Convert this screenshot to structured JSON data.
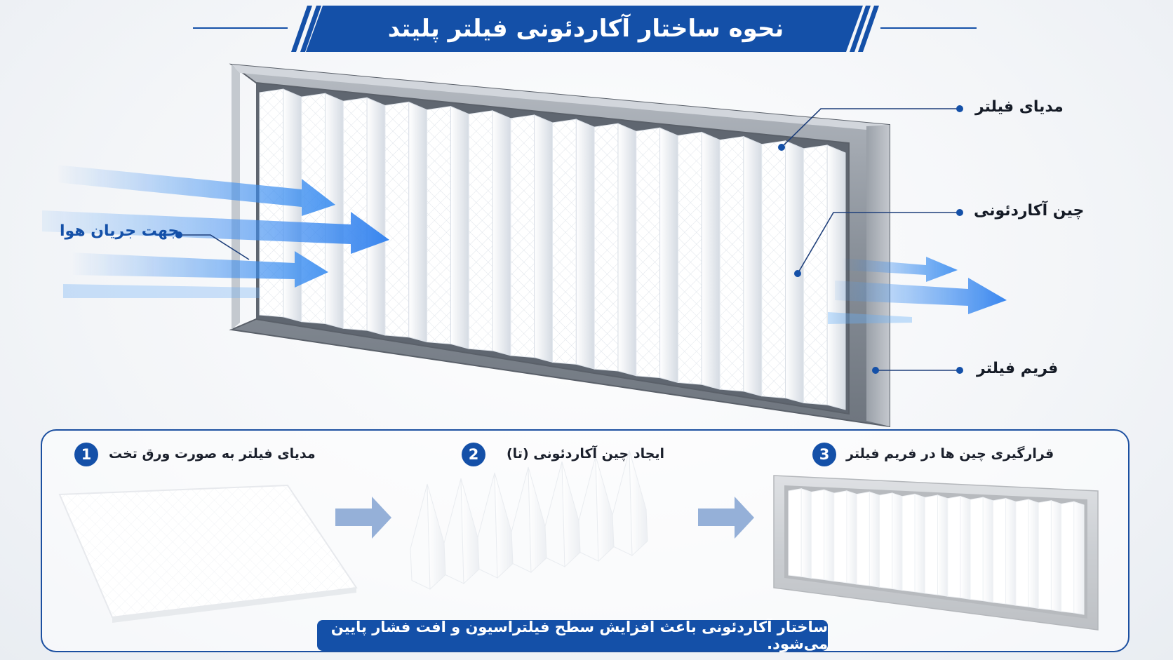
{
  "title": "نحوه ساختار آکاردئونی فیلتر پلیتد",
  "callouts": {
    "media": "مدیای فیلتر",
    "pleat": "چین آکاردئونی",
    "frame": "فریم فیلتر",
    "airflow": "جهت جریان هوا"
  },
  "steps": [
    {
      "number": "1",
      "label": "مدیای فیلتر به صورت ورق تخت"
    },
    {
      "number": "2",
      "label": "ایجاد چین آکاردئونی (تا)"
    },
    {
      "number": "3",
      "label": "قرارگیری چین ها در فریم فیلتر"
    }
  ],
  "footer": "ساختار آکاردئونی باعث افزایش سطح فیلتراسیون و افت فشار پایین می‌شود.",
  "colors": {
    "brand_blue": "#1450a8",
    "frame_gray": "#8a9099",
    "media_white": "#ffffff",
    "airflow_blue": "#3a8df0"
  }
}
